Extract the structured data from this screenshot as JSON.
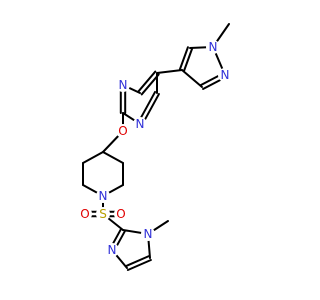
{
  "colors": {
    "carbon": "#000000",
    "nitrogen": "#3030d8",
    "oxygen": "#e00000",
    "sulfur": "#b8a000",
    "background": "#ffffff"
  },
  "molecule": {
    "atoms": {
      "N_pz1": "N",
      "N_pz2": "N",
      "N_pm1": "N",
      "N_pm3": "N",
      "O_ether": "O",
      "N_pip": "N",
      "S_sulf": "S",
      "O_sulf_left": "O",
      "O_sulf_right": "O",
      "N_im3": "N",
      "N_im1": "N"
    }
  }
}
